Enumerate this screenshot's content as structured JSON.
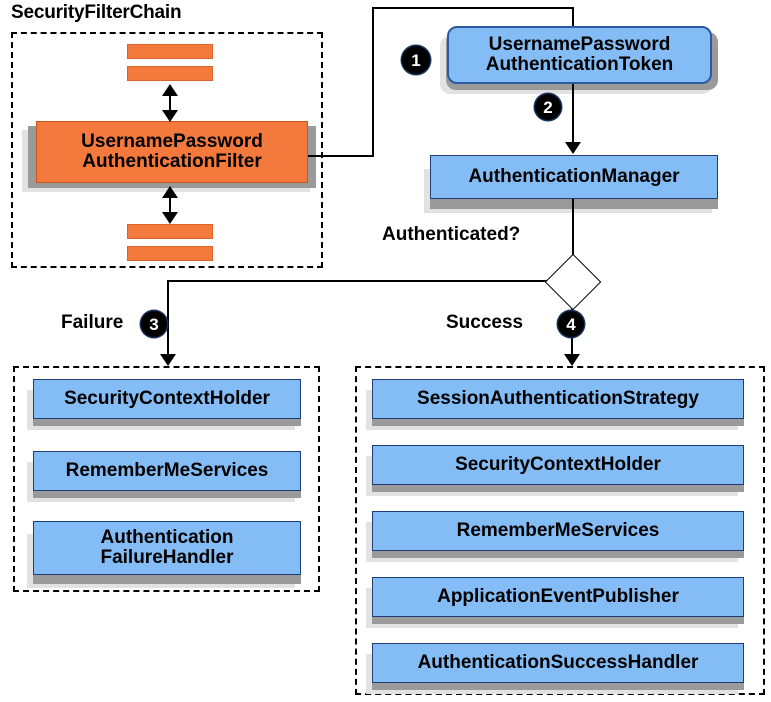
{
  "diagram": {
    "title": "Spring Security UsernamePasswordAuthenticationFilter flow",
    "colors": {
      "filter_orange": "#F4793C",
      "component_blue": "#84BDF5",
      "badge_black": "#000000",
      "shadow_dark": "#9A9A9A",
      "shadow_light": "#E2E2E2",
      "outline": "#000000"
    }
  },
  "security_filter_chain": {
    "title": "SecurityFilterChain",
    "filter_strips_above": [
      "filter-strip",
      "filter-strip"
    ],
    "main_filter": {
      "line1": "UsernamePassword",
      "line2": "AuthenticationFilter"
    },
    "filter_strips_below": [
      "filter-strip",
      "filter-strip"
    ]
  },
  "flow": {
    "token": {
      "line1": "UsernamePassword",
      "line2": "AuthenticationToken"
    },
    "manager": {
      "label": "AuthenticationManager"
    },
    "decision": {
      "question": "Authenticated?",
      "shape": "diamond"
    },
    "badges": {
      "one": "❶",
      "two": "❷",
      "three": "❸",
      "four": "❹",
      "one_text": "1",
      "two_text": "2",
      "three_text": "3",
      "four_text": "4"
    }
  },
  "failure_branch": {
    "label": "Failure",
    "badge": "3",
    "items": [
      {
        "line1": "SecurityContextHolder",
        "line2": ""
      },
      {
        "line1": "RememberMeServices",
        "line2": ""
      },
      {
        "line1": "Authentication",
        "line2": "FailureHandler"
      }
    ]
  },
  "success_branch": {
    "label": "Success",
    "badge": "4",
    "items": [
      {
        "line1": "SessionAuthenticationStrategy",
        "line2": ""
      },
      {
        "line1": "SecurityContextHolder",
        "line2": ""
      },
      {
        "line1": "RememberMeServices",
        "line2": ""
      },
      {
        "line1": "ApplicationEventPublisher",
        "line2": ""
      },
      {
        "line1": "AuthenticationSuccessHandler",
        "line2": ""
      }
    ]
  }
}
